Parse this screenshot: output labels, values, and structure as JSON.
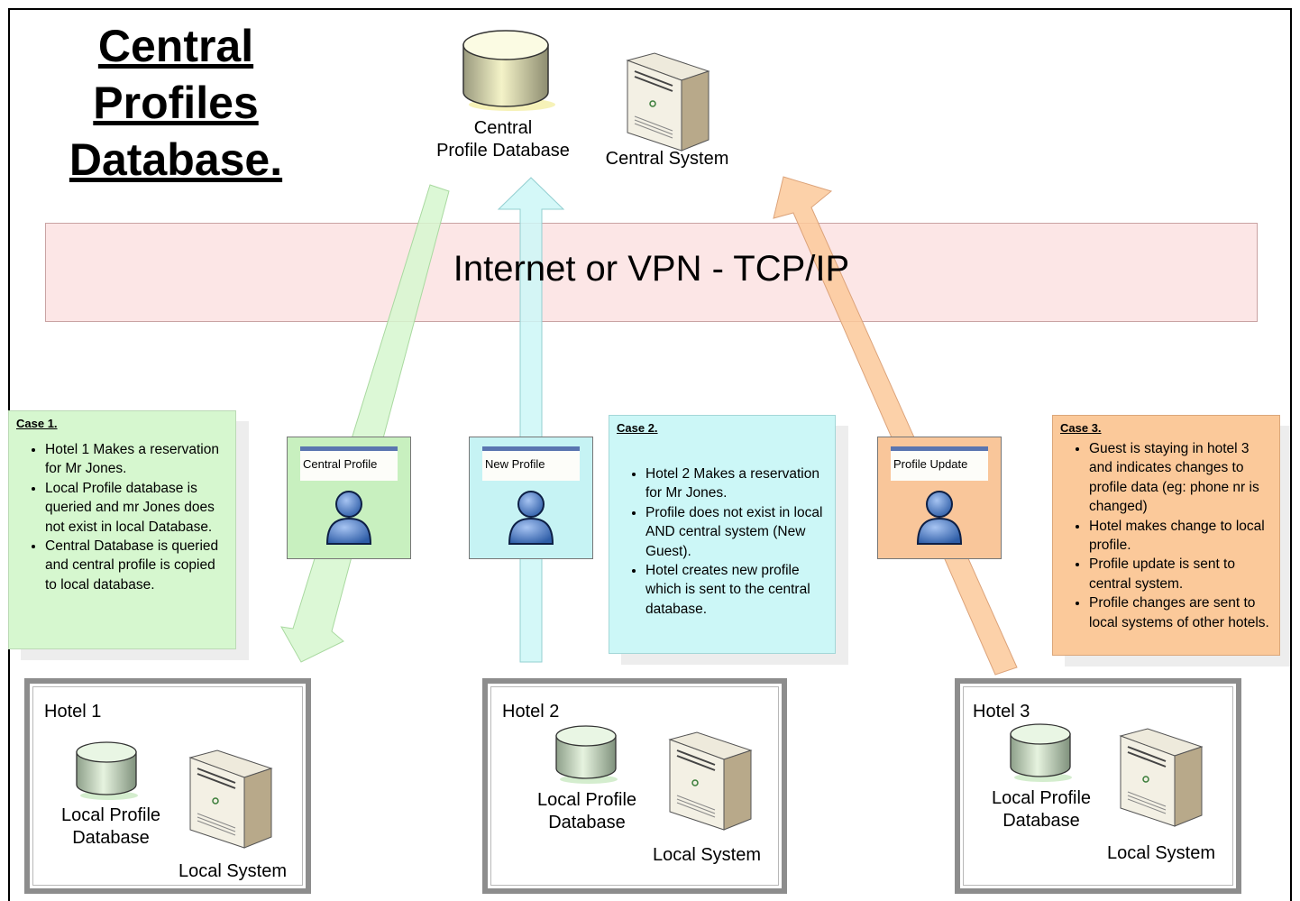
{
  "title": {
    "line1": "Central",
    "line2": "Profiles",
    "line3": "Database."
  },
  "central": {
    "db_line1": "Central",
    "db_line2": "Profile Database",
    "system": "Central System"
  },
  "network": {
    "label": "Internet or VPN - TCP/IP"
  },
  "cards": {
    "central_profile": "Central Profile",
    "new_profile": "New Profile",
    "profile_update": "Profile Update"
  },
  "cases": [
    {
      "title": "Case 1.",
      "items": [
        "Hotel 1 Makes a reservation for Mr Jones.",
        "Local Profile database is queried and mr Jones does not exist in local Database.",
        "Central Database is queried and central profile is copied to local database."
      ]
    },
    {
      "title": "Case 2.",
      "items": [
        "Hotel 2 Makes a reservation for Mr Jones.",
        "Profile does not exist in local AND central system (New Guest).",
        "Hotel creates new profile which is sent to the central database."
      ]
    },
    {
      "title": "Case 3.",
      "items": [
        "Guest is staying in hotel 3 and indicates changes to profile data (eg: phone nr is changed)",
        "Hotel makes change to local profile.",
        "Profile update is sent to central system.",
        "Profile changes are sent to local systems of other hotels."
      ]
    }
  ],
  "hotels": [
    {
      "name": "Hotel 1",
      "db_line1": "Local Profile",
      "db_line2": "Database",
      "system": "Local System"
    },
    {
      "name": "Hotel 2",
      "db_line1": "Local Profile",
      "db_line2": "Database",
      "system": "Local System"
    },
    {
      "name": "Hotel 3",
      "db_line1": "Local Profile",
      "db_line2": "Database",
      "system": "Local System"
    }
  ],
  "colors": {
    "green": "#d6f7cf",
    "cyan": "#ccf7f7",
    "orange": "#fbc99a",
    "band": "#f8c4c4",
    "card_green": "#c8f0bf",
    "card_cyan": "#c6f3f4",
    "card_orange": "#f9c69a"
  }
}
